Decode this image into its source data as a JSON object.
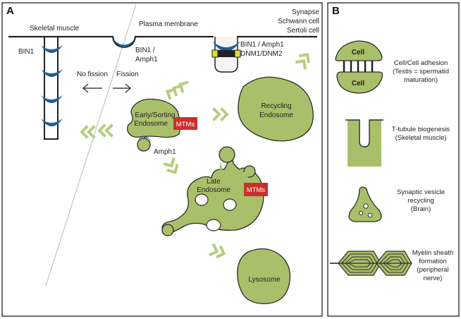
{
  "colors": {
    "organelle_fill": "#a9c06a",
    "organelle_stroke": "#2b2b2b",
    "bin1_blue": "#1f5f92",
    "arrow_green": "#b8cc7e",
    "mtm_red": "#c8312b",
    "dnm_yellow": "#d8e030",
    "panel_border": "#222222",
    "fission_line": "#bdbdbd"
  },
  "panel_a": {
    "letter": "A",
    "skeletal_muscle": "Skeletal muscle",
    "plasma_membrane": "Plasma membrane",
    "synapse_lines": [
      "Synapse",
      "Schwann cell",
      "Sertoli cell"
    ],
    "bin1": "BIN1",
    "bin1_amph1_lines": [
      "BIN1 /",
      "Amph1"
    ],
    "bin1_amph1_dnm_lines": [
      "BIN1 / Amph1",
      "DNM1/DNM2"
    ],
    "no_fission": "No fission",
    "fission": "Fission",
    "early_endosome_lines": [
      "Early/Sorting",
      "Endosome"
    ],
    "mtms": "MTMs",
    "amph1": "Amph1",
    "recycling_endosome_lines": [
      "Recycling",
      "Endosome"
    ],
    "late_endosome_lines": [
      "Late",
      "Endosome"
    ],
    "lysosome": "Lysosome"
  },
  "panel_b": {
    "letter": "B",
    "cell_top": "Cell",
    "cell_bottom": "Cell",
    "adhesion_lines": [
      "Cell/Cell adhesion",
      "(Testis = spermatid",
      "maturation)"
    ],
    "ttubule_lines": [
      "T-tubule biogenesis",
      "(Skeletal muscle)"
    ],
    "synaptic_lines": [
      "Synaptic vesicle",
      "recycling",
      "(Brain)"
    ],
    "myelin_lines": [
      "Myelin sheath",
      "formation",
      "(peripheral",
      "nerve)"
    ]
  }
}
